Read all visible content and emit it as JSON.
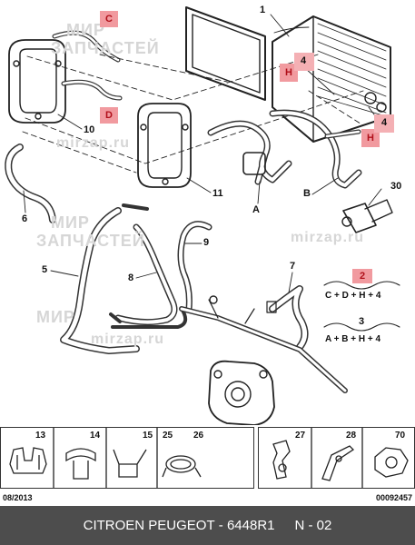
{
  "part_labels": {
    "p1": "1",
    "p4a": "4",
    "p4b": "4",
    "p10": "10",
    "p11": "11",
    "p6": "6",
    "p5": "5",
    "p8": "8",
    "p9": "9",
    "p7": "7",
    "p30": "30",
    "pA": "A",
    "pB": "B"
  },
  "callouts": {
    "c": "C",
    "d": "D",
    "h1": "H",
    "h2": "H",
    "two": "2"
  },
  "formulas": {
    "kit2": "C + D + H + 4",
    "kit3_num": "3",
    "kit3": "A + B + H + 4"
  },
  "watermarks": {
    "mir": "МИР",
    "zapchastey": "ЗАПЧАСТЕЙ",
    "site": "mirzap.ru"
  },
  "parts_strip": [
    "13",
    "14",
    "15",
    "25",
    "26",
    "27",
    "28",
    "70"
  ],
  "date": "08/2013",
  "doc_code": "00092457",
  "footer": {
    "brand": "CITROEN PEUGEOT",
    "sep": " - ",
    "part_number": "6448R1",
    "page": "N - 02"
  },
  "colors": {
    "callout_fill": "#f19a9f",
    "callout_text": "#b0101a",
    "footer_bg": "#4d4d4d"
  }
}
